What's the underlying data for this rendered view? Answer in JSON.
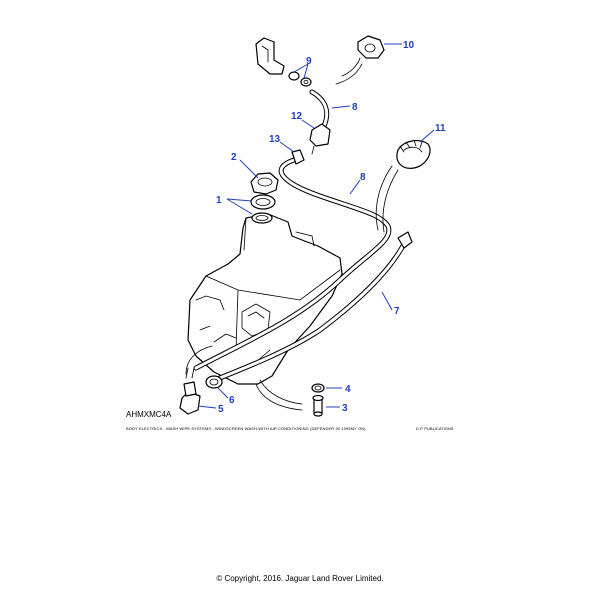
{
  "diagram": {
    "code": "AHMXMC4A",
    "caption": "BODY ELECTRICS - WASH WIPE SYSTEMS - WINDSCREEN WASH-WITH AIR CONDITIONING (DEFENDER 90 1995MY ON)",
    "publisher": "D.P. PUBLICATIONS",
    "callouts": [
      "1",
      "2",
      "3",
      "4",
      "5",
      "6",
      "7",
      "8",
      "8",
      "9",
      "10",
      "11",
      "12",
      "13"
    ]
  },
  "footer": {
    "copyright": "© Copyright, 2016. Jaguar Land Rover Limited."
  },
  "colors": {
    "callout": "#1f3fbf",
    "line": "#000000",
    "background": "#ffffff"
  }
}
